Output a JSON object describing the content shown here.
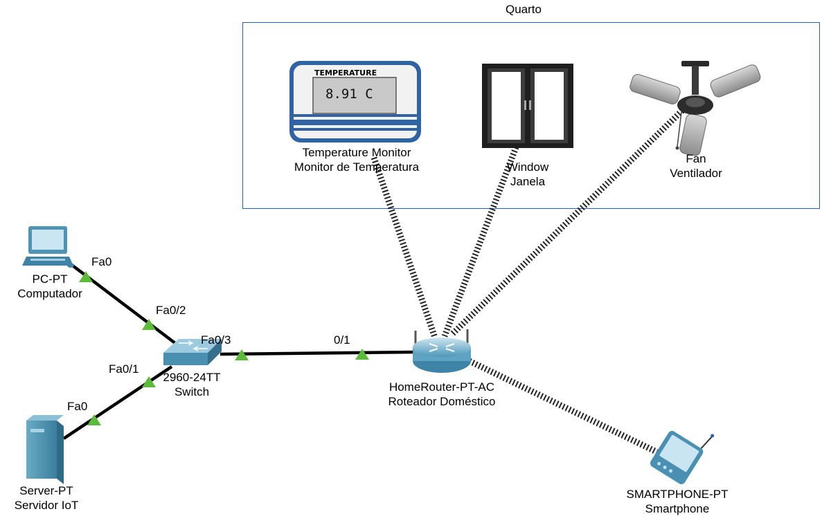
{
  "area": {
    "title": "Quarto"
  },
  "devices": {
    "temperature_monitor": {
      "line1": "Temperature Monitor",
      "line2": "Monitor de Temperatura",
      "screen_header": "TEMPERATURE",
      "reading": "8.91 C"
    },
    "window": {
      "line1": "Window",
      "line2": "Janela"
    },
    "fan": {
      "line1": "Fan",
      "line2": "Ventilador"
    },
    "pc": {
      "line1": "PC-PT",
      "line2": "Computador"
    },
    "switch": {
      "line1": "2960-24TT",
      "line2": "Switch"
    },
    "server": {
      "line1": "Server-PT",
      "line2": "Servidor IoT"
    },
    "router": {
      "line1": "HomeRouter-PT-AC",
      "line2": "Roteador Doméstico"
    },
    "smartphone": {
      "line1": "SMARTPHONE-PT",
      "line2": "Smartphone"
    }
  },
  "ports": {
    "pc_fa0": "Fa0",
    "switch_fa0_2": "Fa0/2",
    "switch_fa0_3": "Fa0/3",
    "switch_fa0_1": "Fa0/1",
    "server_fa0": "Fa0",
    "router_0_1": "0/1"
  },
  "colors": {
    "area_border": "#2a58c8",
    "link_status": "#5dbb3a",
    "device_blue": "#4a8fb0"
  }
}
